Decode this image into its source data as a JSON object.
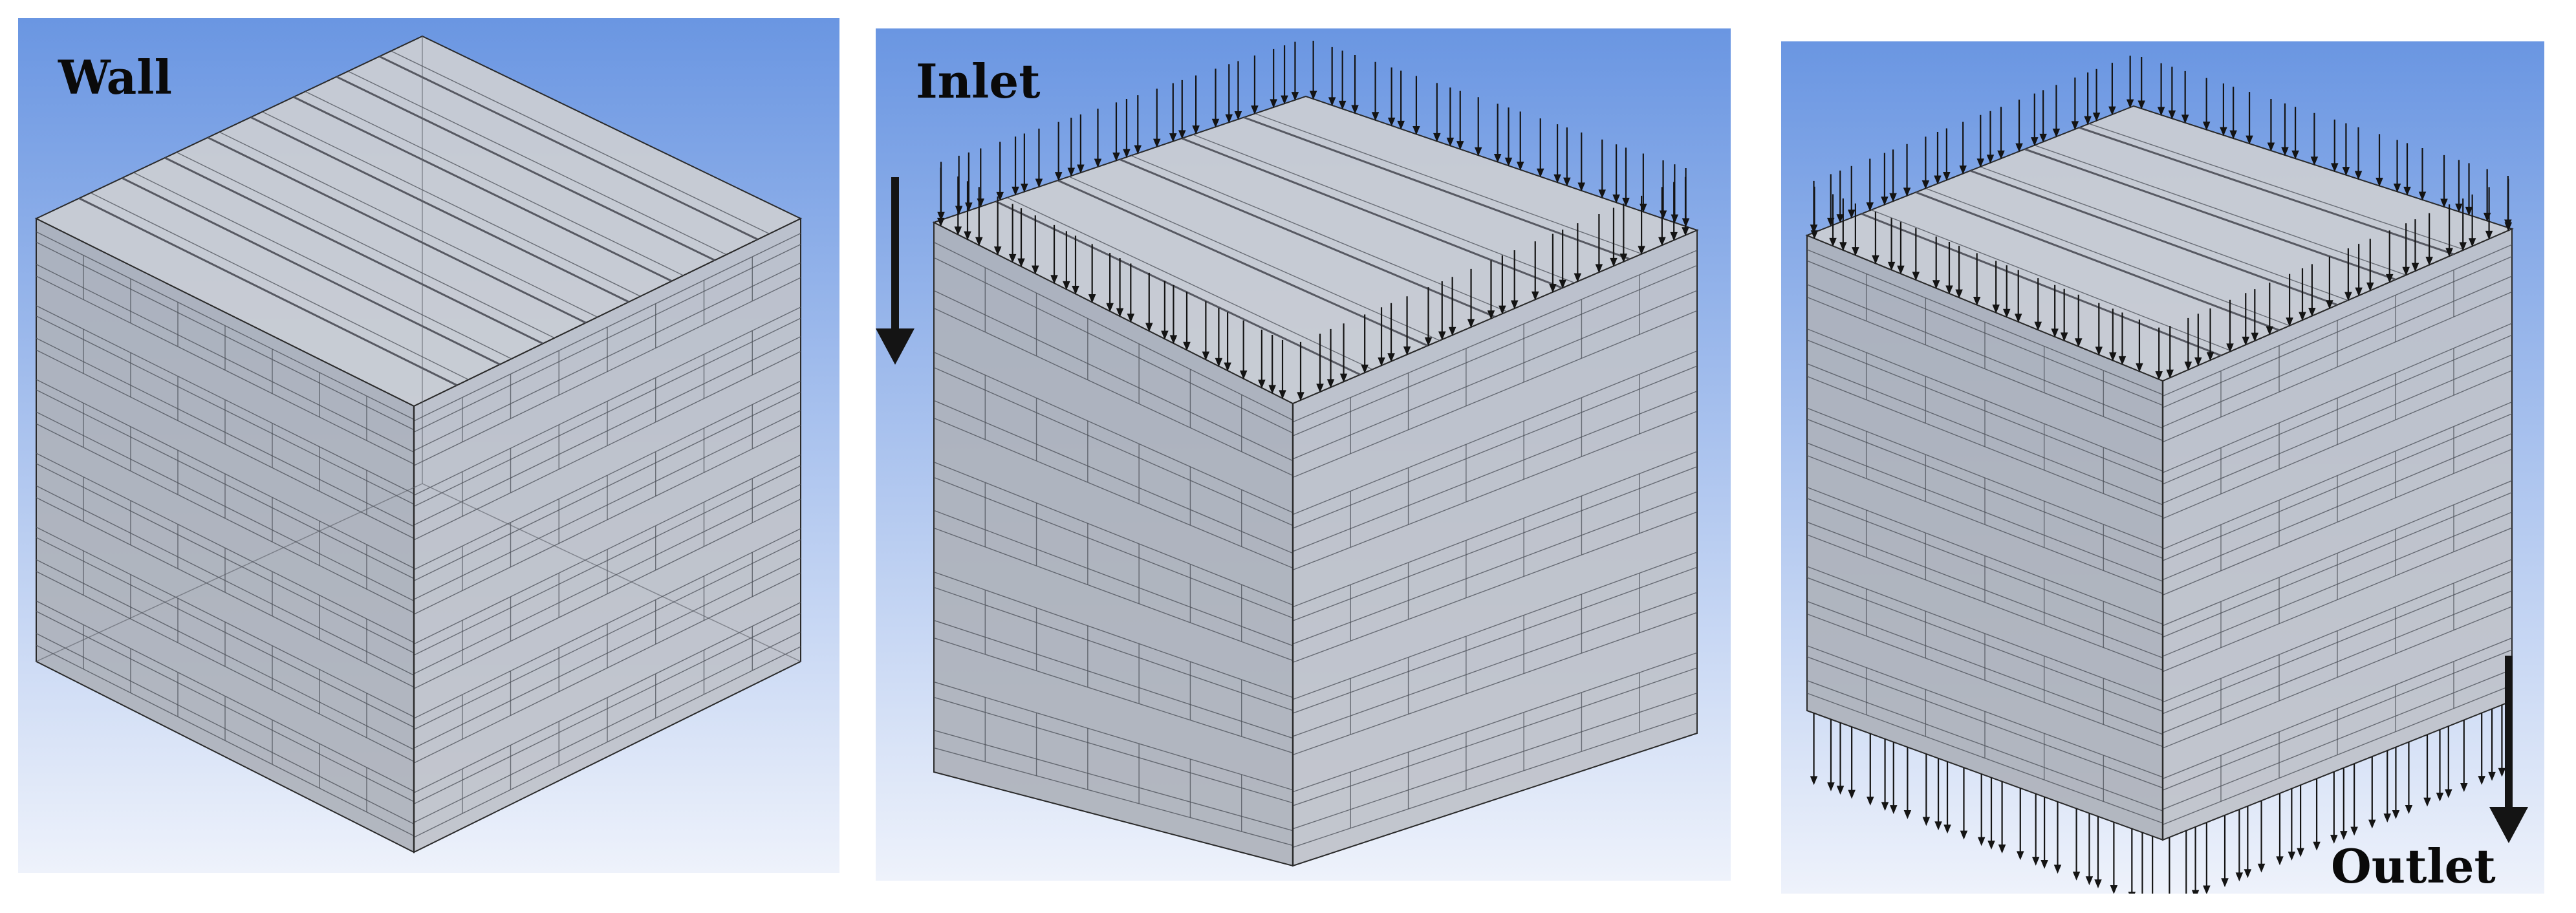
{
  "panels": [
    {
      "id": "wall",
      "label": "Wall"
    },
    {
      "id": "inlet",
      "label": "Inlet"
    },
    {
      "id": "outlet",
      "label": "Outlet"
    }
  ],
  "colors": {
    "background_top": "#6a96e2",
    "background_bottom": "#eef2fb",
    "solid_face": "#b9bcc4",
    "edge": "#2a2a2a",
    "arrow": "#141414"
  }
}
